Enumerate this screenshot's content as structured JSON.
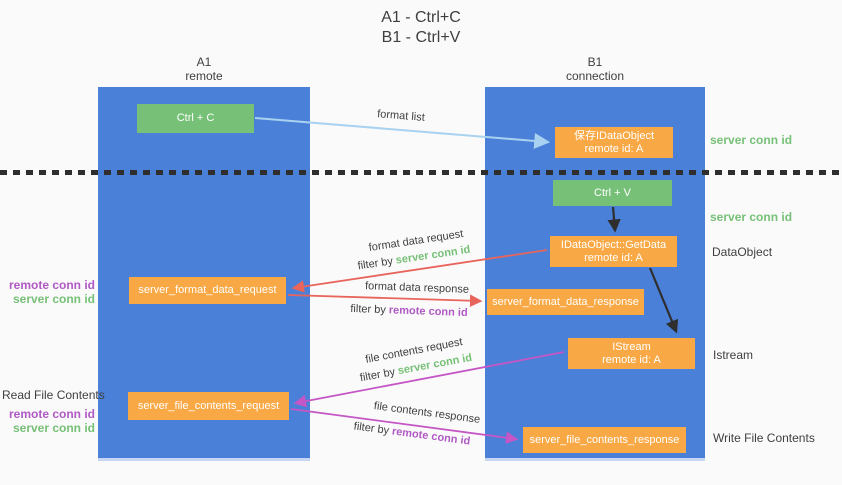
{
  "title": {
    "line1": "A1 - Ctrl+C",
    "line2": "B1 - Ctrl+V"
  },
  "lanes": {
    "left": {
      "name": "A1",
      "role": "remote"
    },
    "right": {
      "name": "B1",
      "role": "connection"
    }
  },
  "nodes": {
    "ctrl_c": {
      "label": "Ctrl + C"
    },
    "save_dataobject": {
      "line1": "保存IDataObject",
      "line2": "remote id: A"
    },
    "ctrl_v": {
      "label": "Ctrl + V"
    },
    "getdata": {
      "line1": "IDataObject::GetData",
      "line2": "remote id: A"
    },
    "format_request": {
      "label": "server_format_data_request"
    },
    "format_response": {
      "label": "server_format_data_response"
    },
    "istream": {
      "line1": "IStream",
      "line2": "remote id: A"
    },
    "file_request": {
      "label": "server_file_contents_request"
    },
    "file_response": {
      "label": "server_file_contents_response"
    }
  },
  "edges": {
    "format_list": {
      "label": "format list"
    },
    "format_data_request": {
      "label": "format data request",
      "filter_prefix": "filter by ",
      "filter_key": "server conn id"
    },
    "format_data_response": {
      "label": "format data response",
      "filter_prefix": "filter by ",
      "filter_key": "remote conn id"
    },
    "file_contents_request": {
      "label": "file contents request",
      "filter_prefix": "filter by ",
      "filter_key": "server conn id"
    },
    "file_contents_response": {
      "label": "file contents response",
      "filter_prefix": "filter by ",
      "filter_key": "remote conn id"
    }
  },
  "annotations": {
    "right": [
      {
        "text": "server conn id",
        "color": "green"
      },
      {
        "text": "server conn id",
        "color": "green"
      },
      {
        "text": "DataObject",
        "color": "dark"
      },
      {
        "text": "Istream",
        "color": "dark"
      },
      {
        "text": "Write File Contents",
        "color": "dark"
      }
    ],
    "left": [
      {
        "text": "remote conn id",
        "color": "purple"
      },
      {
        "text": "server conn id",
        "color": "green"
      },
      {
        "text": "Read File Contents",
        "color": "dark"
      },
      {
        "text": "remote conn id",
        "color": "purple"
      },
      {
        "text": "server conn id",
        "color": "green"
      }
    ]
  },
  "colors": {
    "lane_blue": "#4a80d8",
    "box_orange": "#f8a844",
    "box_green": "#77c077",
    "green_text": "#77c077",
    "purple_text": "#b05ac5",
    "red_arrow": "#e8655c",
    "magenta_arrow": "#c556c5",
    "light_blue_arrow": "#a8d2f0",
    "black_arrow": "#2e2e2e",
    "dark_text": "#3f3f3f"
  }
}
